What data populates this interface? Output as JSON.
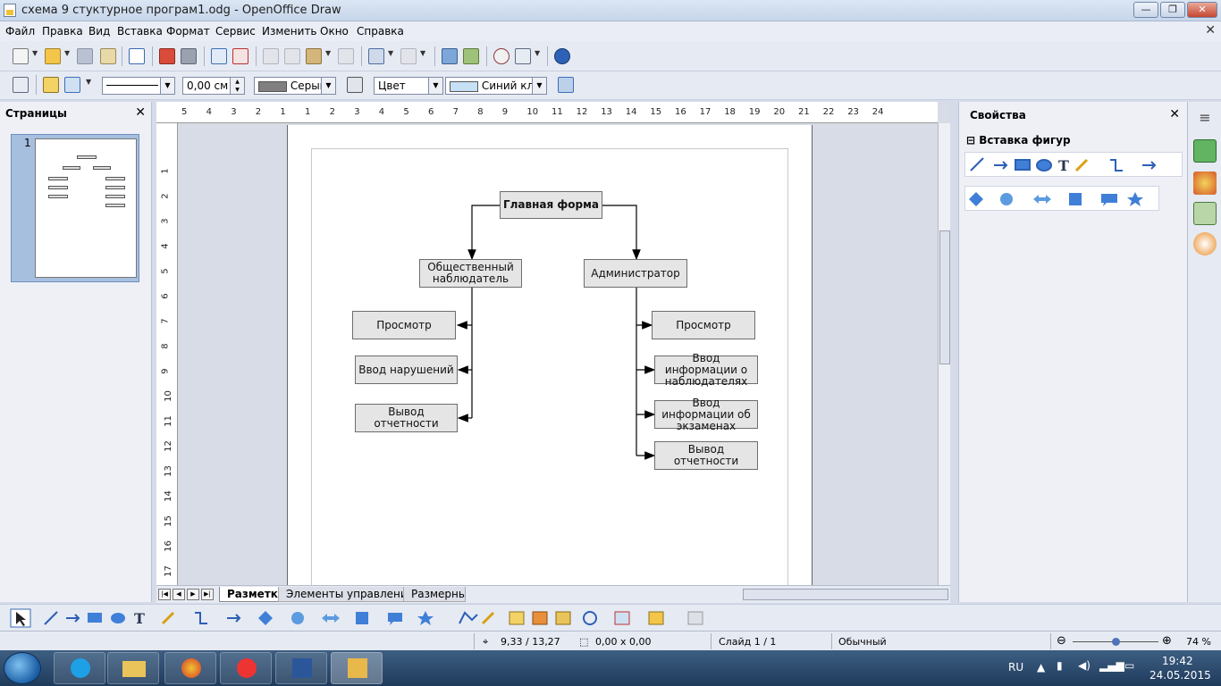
{
  "window": {
    "title": "схема 9 стуктурное програм1.odg - OpenOffice Draw",
    "minimize": "—",
    "maximize": "❐",
    "close": "✕"
  },
  "menu": {
    "items": [
      "Файл",
      "Правка",
      "Вид",
      "Вставка",
      "Формат",
      "Сервис",
      "Изменить",
      "Окно",
      "Справка"
    ],
    "doc_close": "✕"
  },
  "toolbar2": {
    "line_width": "0,00 см",
    "area_color": "Серый",
    "area_style": "Цвет",
    "fill_color": "Синий кла",
    "colors": {
      "gray": "#808080",
      "light_blue": "#c6e0f5"
    }
  },
  "pages_panel": {
    "title": "Страницы",
    "close": "✕",
    "page_number": "1"
  },
  "rulers": {
    "h_labels": [
      "5",
      "4",
      "3",
      "2",
      "1",
      "1",
      "2",
      "3",
      "4",
      "5",
      "6",
      "7",
      "8",
      "9",
      "10",
      "11",
      "12",
      "13",
      "14",
      "15",
      "16",
      "17",
      "18",
      "19",
      "20",
      "21",
      "22",
      "23",
      "24"
    ],
    "v_labels": [
      "1",
      "2",
      "3",
      "4",
      "5",
      "6",
      "7",
      "8",
      "9",
      "10",
      "11",
      "12",
      "13",
      "14",
      "15",
      "16",
      "17"
    ]
  },
  "diagram": {
    "root": "Главная форма",
    "left_parent": "Общественный наблюдатель",
    "right_parent": "Администратор",
    "left_children": [
      "Просмотр",
      "Ввод нарушений",
      "Вывод отчетности"
    ],
    "right_children": [
      "Просмотр",
      "Ввод информации о наблюдателях",
      "Ввод информации об экзаменах",
      "Вывод отчетности"
    ]
  },
  "tabs": {
    "items": [
      "Разметка",
      "Элементы управления",
      "Размерные"
    ],
    "active": "Разметка",
    "nav": [
      "|◀",
      "◀",
      "▶",
      "▶|"
    ]
  },
  "sidebar": {
    "title": "Свойства",
    "close": "✕",
    "section": "Вставка фигур",
    "section_toggle": "⊟"
  },
  "status": {
    "position": "9,33 / 13,27",
    "size": "0,00 x 0,00",
    "slide": "Слайд 1 / 1",
    "layout": "Обычный",
    "zoom": "74 %",
    "zoom_level": 0.5
  },
  "taskbar": {
    "lang": "RU",
    "time": "19:42",
    "date": "24.05.2015"
  }
}
